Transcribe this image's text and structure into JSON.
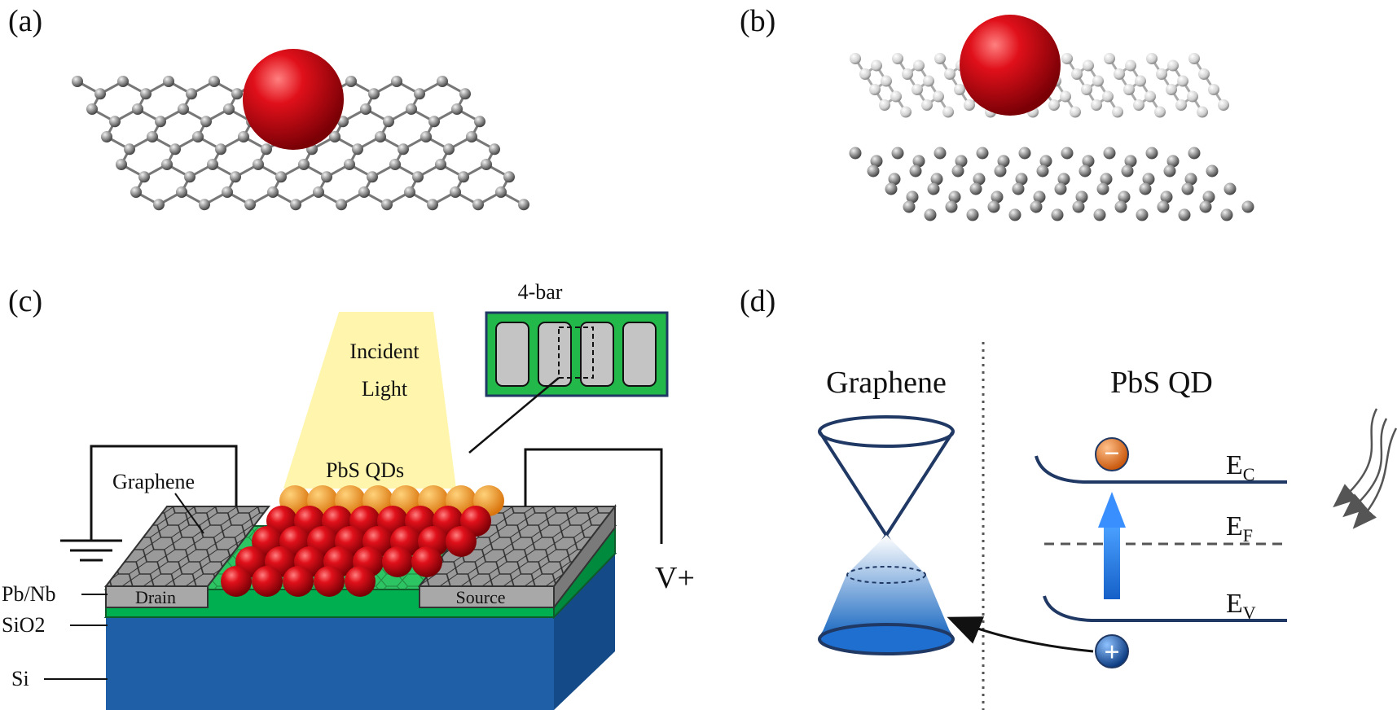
{
  "panels": {
    "a": "(a)",
    "b": "(b)",
    "c": "(c)",
    "d": "(d)"
  },
  "device": {
    "incident_light_line1": "Incident",
    "incident_light_line2": "Light",
    "inset_title": "4-bar",
    "qd_label": "PbS  QDs",
    "graphene_label": "Graphene",
    "drain": "Drain",
    "source": "Source",
    "layer_metal": "Pb/Nb",
    "layer_oxide": "SiO2",
    "layer_substrate": "Si",
    "voltage": "V+"
  },
  "band": {
    "graphene_title": "Graphene",
    "qd_title": "PbS QD",
    "ec_main": "E",
    "ec_sub": "C",
    "ef_main": "E",
    "ef_sub": "F",
    "ev_main": "E",
    "ev_sub": "V",
    "electron_sign": "−",
    "hole_sign": "+"
  },
  "colors": {
    "qd_red": "#c8000a",
    "lattice_gray": "#8a8a8a",
    "lattice_light": "#d9d9d9",
    "oxide_green": "#00b050",
    "substrate_blue": "#1f5fa8",
    "light_yellow": "#fff4a3",
    "band_navy": "#1f3864",
    "cone_blue": "#2a7fd4"
  }
}
